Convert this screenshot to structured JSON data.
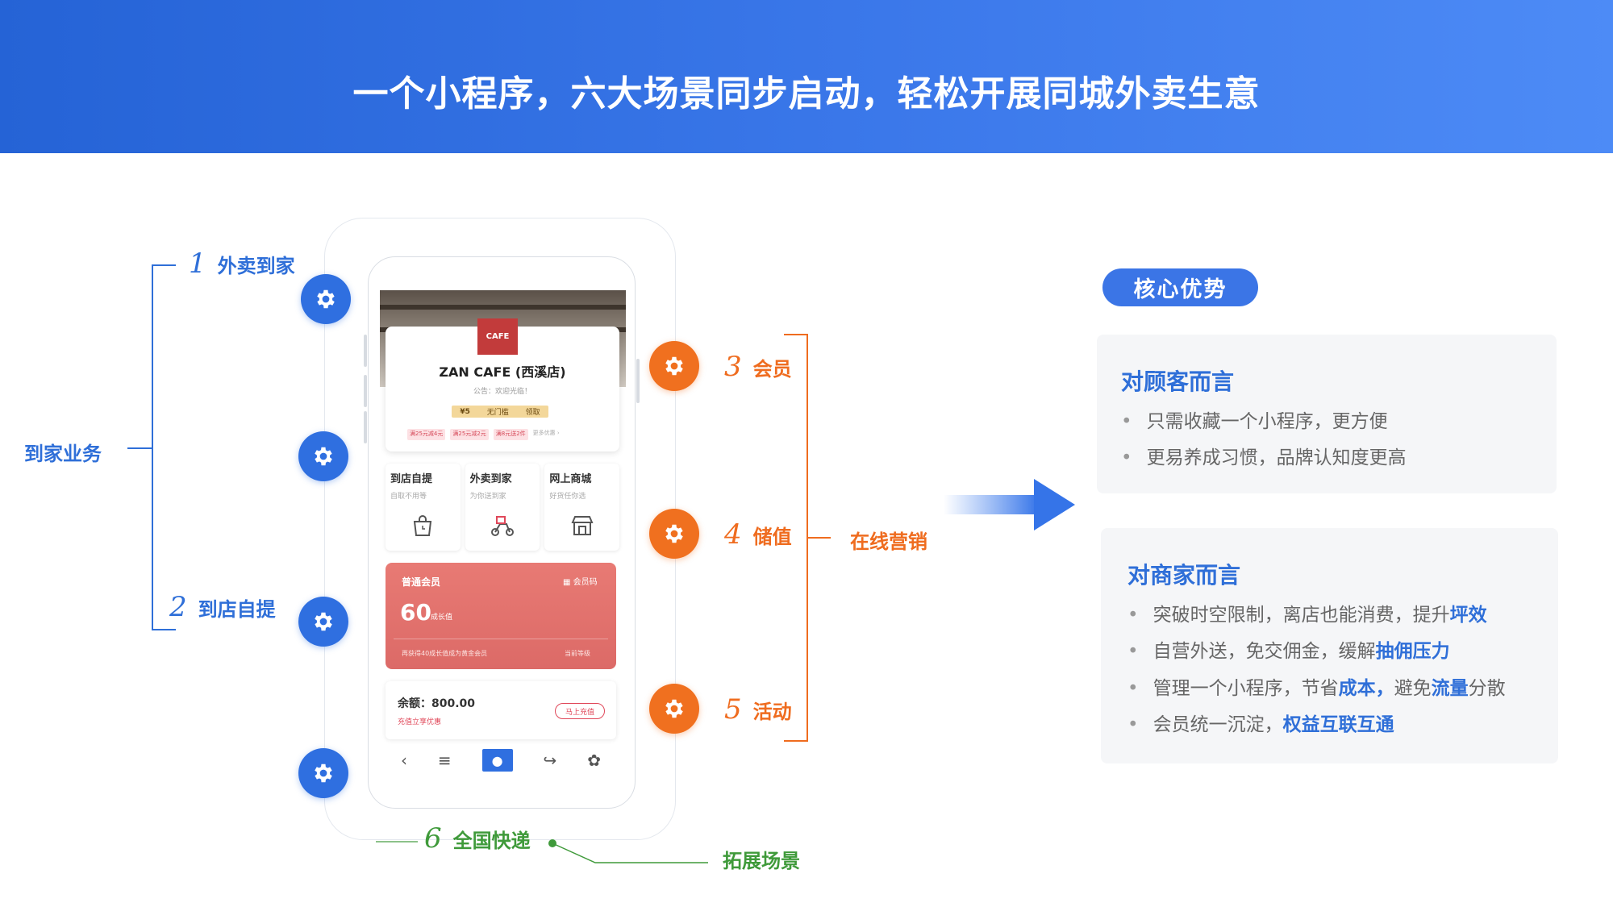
{
  "header": {
    "title": "一个小程序，六大场景同步启动，轻松开展同城外卖生意"
  },
  "left": {
    "group_label": "到家业务",
    "item1": {
      "num": "1",
      "label": "外卖到家"
    },
    "item2": {
      "num": "2",
      "label": "到店自提"
    }
  },
  "orange": {
    "item3": {
      "num": "3",
      "label": "会员"
    },
    "item4": {
      "num": "4",
      "label": "储值"
    },
    "item5": {
      "num": "5",
      "label": "活动"
    },
    "group_label": "在线营销"
  },
  "green": {
    "item6": {
      "num": "6",
      "label": "全国快递"
    },
    "group_label": "拓展场景"
  },
  "app": {
    "logo": "CAFE",
    "store_name": "ZAN CAFE (西溪店)",
    "notice": "公告：欢迎光临！",
    "coupon": [
      "¥5",
      "无门槛",
      "领取"
    ],
    "tags": [
      "满25元减4元",
      "满25元减2元",
      "满8元送2件",
      "更多优惠 ›"
    ],
    "services": [
      {
        "title": "到店自提",
        "sub": "自取不用等"
      },
      {
        "title": "外卖到家",
        "sub": "为你送到家"
      },
      {
        "title": "网上商城",
        "sub": "好货任你选"
      }
    ],
    "member": {
      "title": "普通会员",
      "code": "会员码",
      "points": "60",
      "unit": "成长值",
      "foot": "再获得40成长值成为黄金会员",
      "foot2": "当前等级"
    },
    "balance": {
      "label": "余额：800.00",
      "sub": "充值立享优惠",
      "button": "马上充值"
    }
  },
  "advantages": {
    "pill": "核心优势",
    "customer": {
      "title": "对顾客而言",
      "items": [
        "只需收藏一个小程序，更方便",
        "更易养成习惯，品牌认知度更高"
      ]
    },
    "merchant": {
      "title": "对商家而言",
      "b1_a": "突破时空限制，离店也能消费，提升",
      "b1_hl": "坪效",
      "b2_a": "自营外送，免交佣金，缓解",
      "b2_hl": "抽佣压力",
      "b3_a": "管理一个小程序，节省",
      "b3_hl1": "成本，",
      "b3_b": "避免",
      "b3_hl2": "流量",
      "b3_c": "分散",
      "b4_a": "会员统一沉淀，",
      "b4_hl": "权益互联互通"
    }
  },
  "colors": {
    "blue": "#2f6fd8",
    "orange": "#ef6c1f",
    "green": "#3f9a3a",
    "header": "#3b78ea"
  }
}
